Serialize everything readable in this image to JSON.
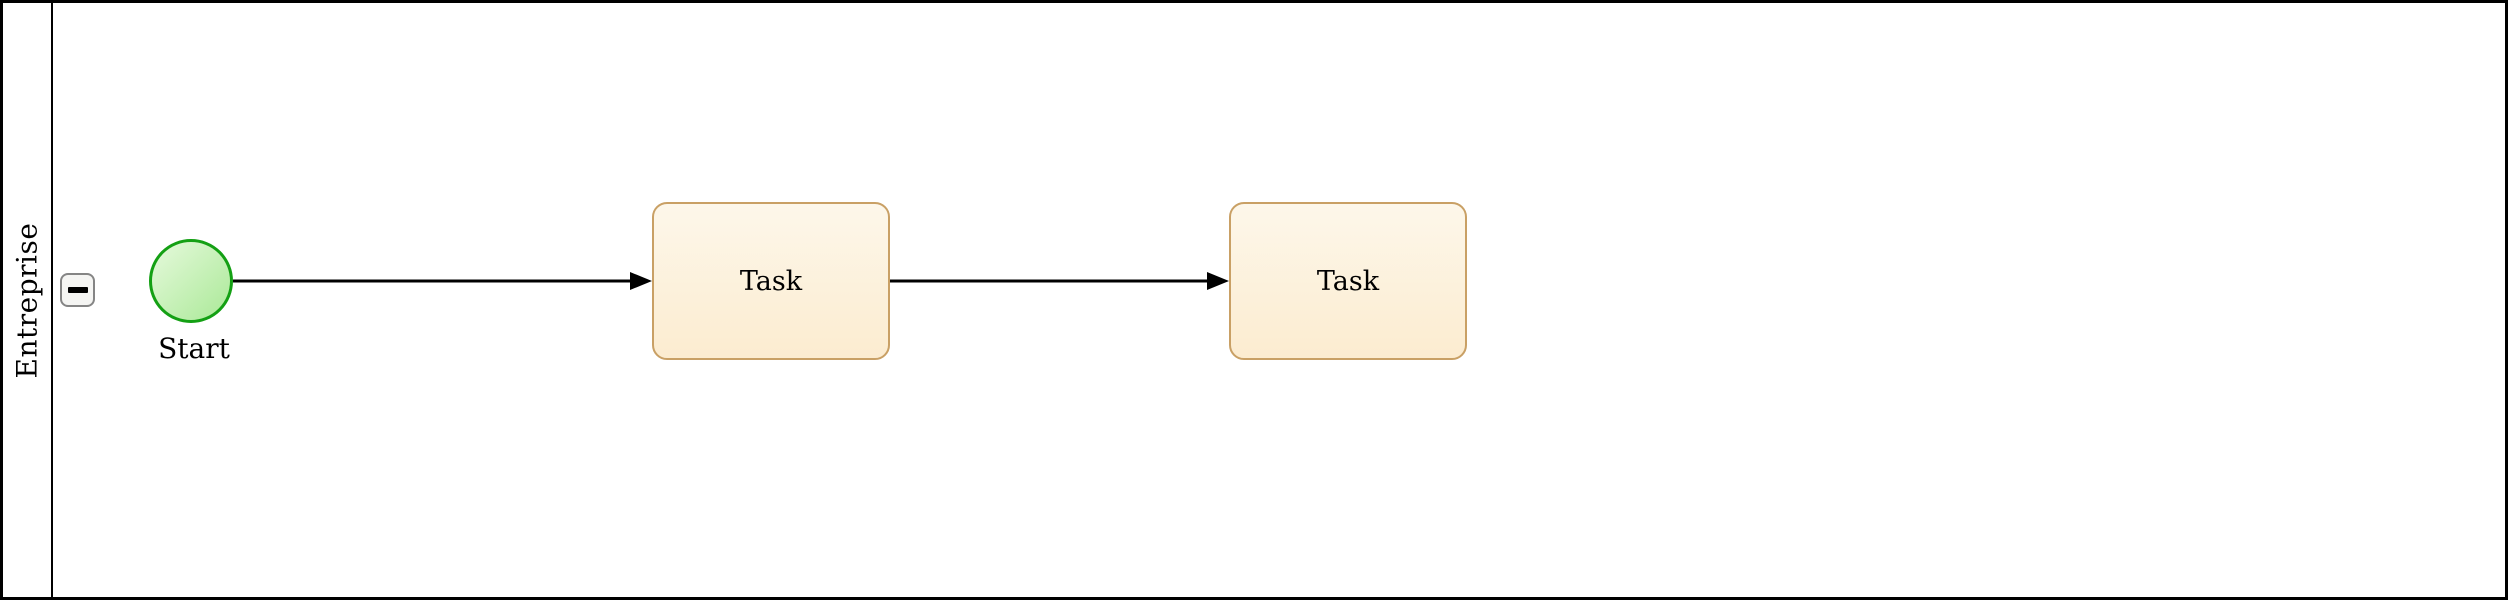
{
  "colors": {
    "pool-border": "#000000",
    "arrow": "#000000",
    "task-border": "#c9a065",
    "task-fill-top": "#fdf7ea",
    "task-fill-bottom": "#fcecd0",
    "event-border": "#14a014",
    "event-fill-top": "#e6f9dc",
    "event-fill-bottom": "#aae997",
    "button-border": "#858585",
    "button-fill": "#f5f5f3"
  },
  "icons": {
    "collapse": "minus-icon"
  },
  "pool": {
    "name": "Entreprise",
    "collapse_symbol": "−"
  },
  "nodes": {
    "start_event_label": "Start",
    "tasks": [
      {
        "label": "Task"
      },
      {
        "label": "Task"
      }
    ]
  }
}
